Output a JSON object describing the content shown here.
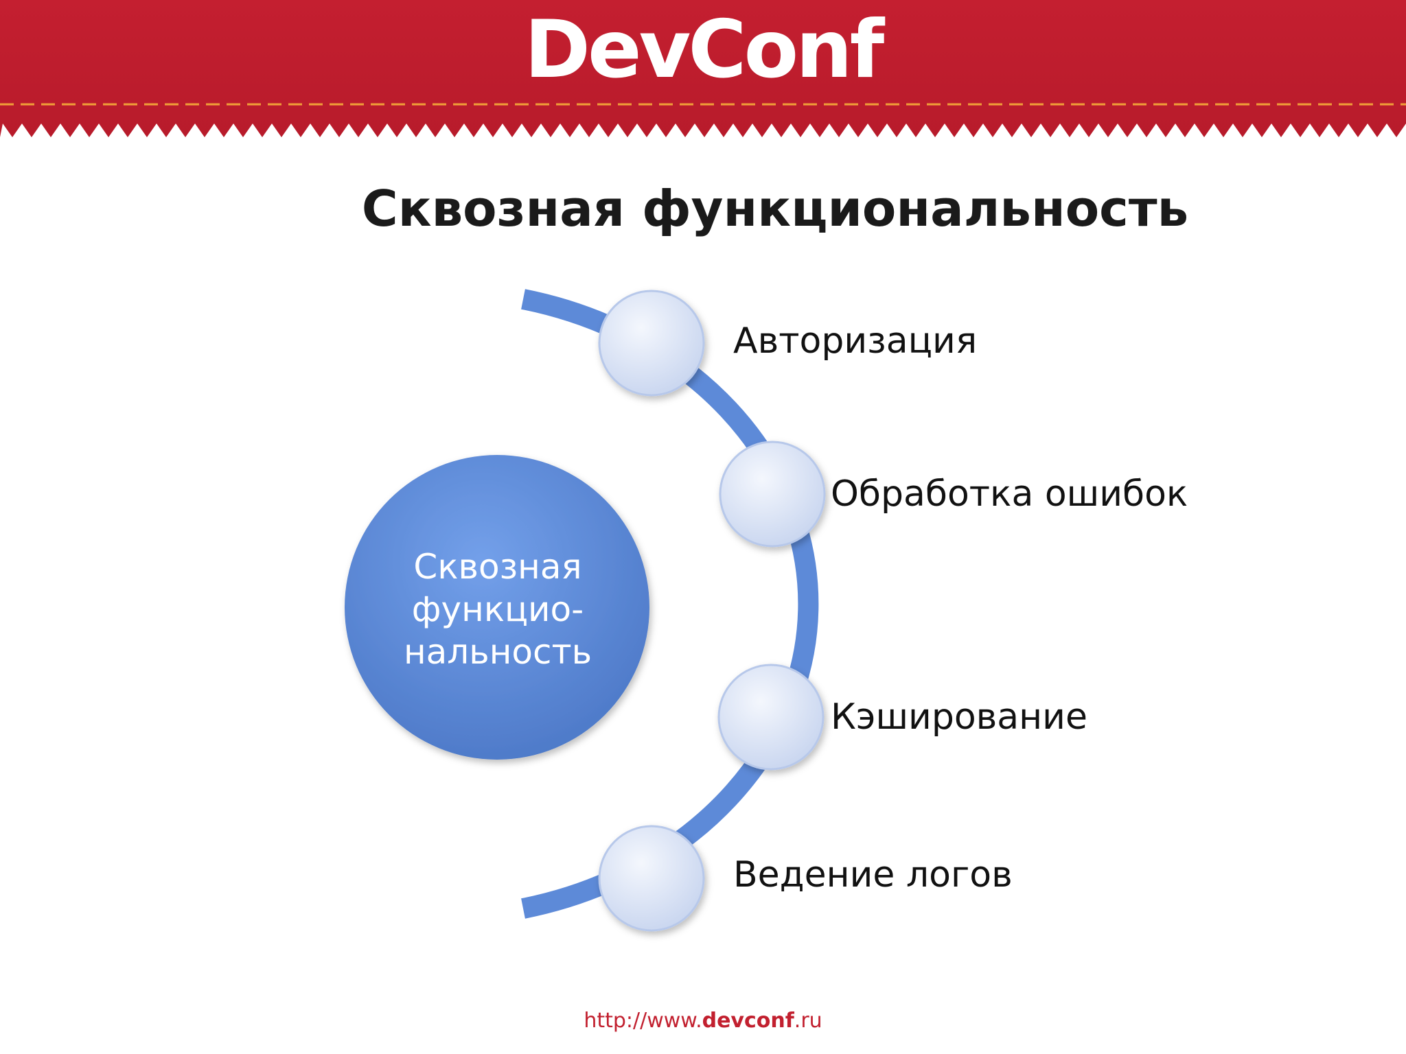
{
  "header": {
    "logo_text": "DevConf",
    "brand_color": "#be1e2d",
    "accent_dash_color": "#f0a038"
  },
  "slide": {
    "title": "Сквозная функциональность"
  },
  "diagram": {
    "hub": {
      "lines": [
        "Сквозная",
        "функцио-",
        "нальность"
      ],
      "color": "#5b86d6"
    },
    "arc_color": "#5d8ad8",
    "node_color": "#dbe4f6",
    "items": [
      {
        "label": "Авторизация"
      },
      {
        "label": "Обработка ошибок"
      },
      {
        "label": "Кэширование"
      },
      {
        "label": "Ведение логов"
      }
    ]
  },
  "footer": {
    "url_prefix": "http://www.",
    "url_domain": "devconf",
    "url_suffix": ".ru"
  }
}
